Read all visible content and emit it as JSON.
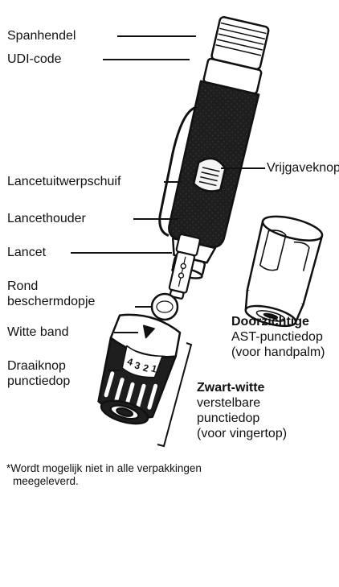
{
  "labels": {
    "spanhendel": "Spanhendel",
    "udi_code": "UDI-code",
    "vrijgave": "Vrijgaveknop",
    "lancetuitwerpschuif": "Lancetuitwerpschuif",
    "lancethouder": "Lancethouder",
    "lancet": "Lancet",
    "rond_line1": "Rond",
    "rond_line2": "beschermdopje",
    "witte_band": "Witte band",
    "draaiknop_line1": "Draaiknop",
    "draaiknop_line2": "punctiedop",
    "doorzichtige_title": "Doorzichtige",
    "doorzichtige_line2": "AST-punctiedop",
    "doorzichtige_line3": "(voor handpalm)",
    "zwart_title": "Zwart-witte",
    "zwart_line2": "verstelbare",
    "zwart_line3": "punctiedop",
    "zwart_line4": "(voor vingertop)"
  },
  "dial_numbers": [
    "1",
    "2",
    "3",
    "4"
  ],
  "footnote": {
    "line1": "*Wordt mogelijk niet in alle verpakkingen",
    "line2": "meegeleverd."
  }
}
